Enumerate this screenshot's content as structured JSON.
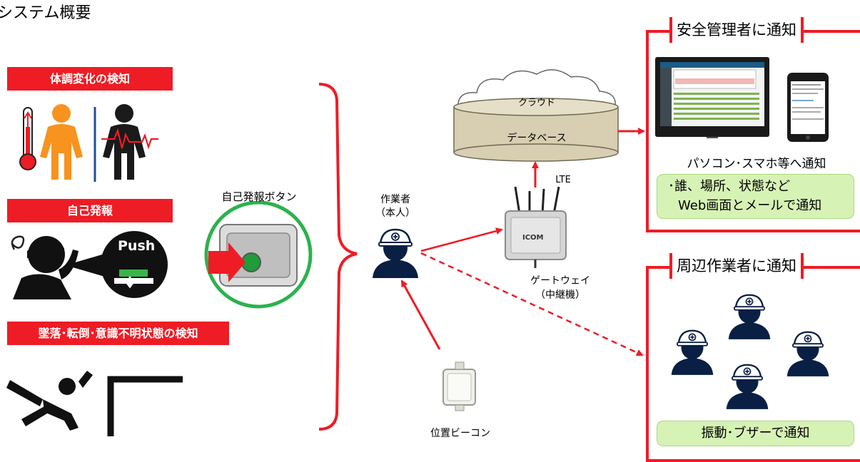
{
  "page": {
    "title": "システム概要"
  },
  "left_inputs": {
    "health_label": "体調変化の検知",
    "self_alarm_label": "自己発報",
    "push_text": "Push",
    "fall_label": "墜落･転倒･意識不明状態の検知"
  },
  "button_device": {
    "label": "自己発報ボタン"
  },
  "worker": {
    "label_line1": "作業者",
    "label_line2": "（本人）"
  },
  "cloud": {
    "cloud_label": "クラウド",
    "db_label": "データベース"
  },
  "gateway": {
    "lte_label": "LTE",
    "label_line1": "ゲートウェイ",
    "label_line2": "（中継機）",
    "brand": "ICOM"
  },
  "beacon": {
    "label": "位置ビーコン"
  },
  "safety_panel": {
    "title": "安全管理者に通知",
    "devices_caption": "パソコン･スマホ等へ通知",
    "note_line1": "･誰、場所、状態など",
    "note_line2": "Web画面とメールで通知"
  },
  "workers_panel": {
    "title": "周辺作業者に通知",
    "note": "振動･ブザーで通知"
  },
  "colors": {
    "accent_red": "#ee1c25",
    "green_fill": "#d6f3b5",
    "worker_navy": "#0a1f44",
    "db_tan": "#d8ceb1"
  }
}
